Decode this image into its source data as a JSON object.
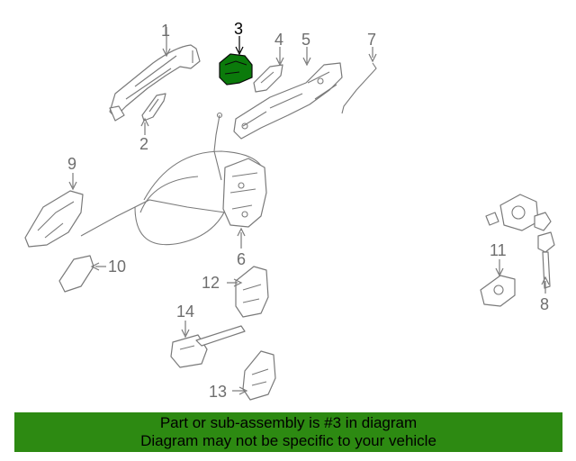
{
  "diagram": {
    "callouts": [
      {
        "id": "1",
        "label": "1"
      },
      {
        "id": "2",
        "label": "2"
      },
      {
        "id": "3",
        "label": "3",
        "highlighted": true
      },
      {
        "id": "4",
        "label": "4"
      },
      {
        "id": "5",
        "label": "5"
      },
      {
        "id": "6",
        "label": "6"
      },
      {
        "id": "7",
        "label": "7"
      },
      {
        "id": "8",
        "label": "8"
      },
      {
        "id": "9",
        "label": "9"
      },
      {
        "id": "10",
        "label": "10"
      },
      {
        "id": "11",
        "label": "11"
      },
      {
        "id": "12",
        "label": "12"
      },
      {
        "id": "13",
        "label": "13"
      },
      {
        "id": "14",
        "label": "14"
      }
    ],
    "highlight_color": "#0b7a0b"
  },
  "banner": {
    "line1": "Part or sub-assembly is #3 in diagram",
    "line2": "Diagram may not be specific to your vehicle",
    "color": "#2d8a12"
  }
}
